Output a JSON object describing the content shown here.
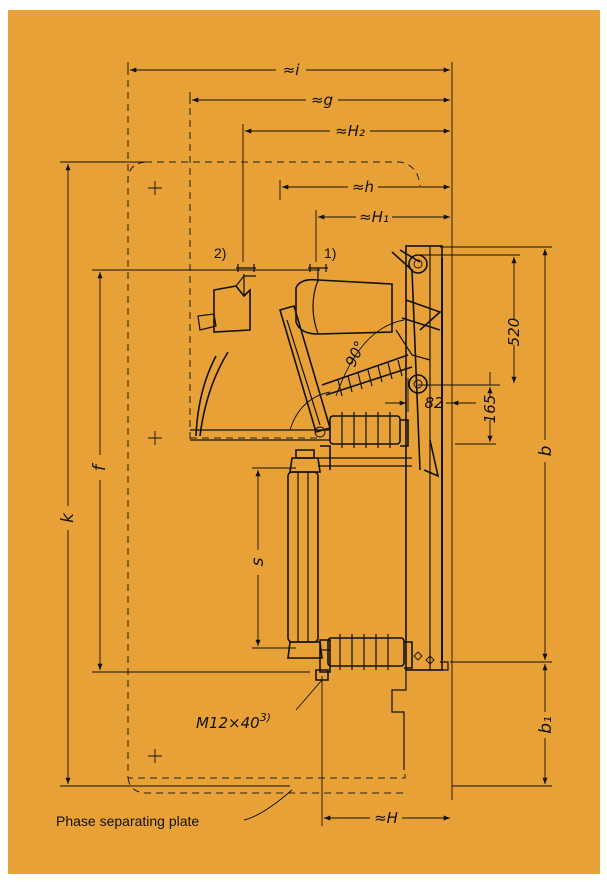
{
  "labels": {
    "dim_i": "≈i",
    "dim_g": "≈g",
    "dim_H2": "≈H₂",
    "dim_h": "≈h",
    "dim_H1": "≈H₁",
    "dim_H": "≈H",
    "dim_k": "k",
    "dim_f": "f",
    "dim_s": "s",
    "dim_b": "b",
    "dim_b1": "b₁",
    "dim_520": "520",
    "dim_82": "82",
    "dim_165": "165",
    "angle_90": "90°",
    "note_2": "2)",
    "note_1": "1)",
    "bolt": "M12×40",
    "bolt_note": "3)",
    "caption": "Phase separating plate"
  },
  "colors": {
    "background": "#e8a137",
    "line": "#111111"
  }
}
